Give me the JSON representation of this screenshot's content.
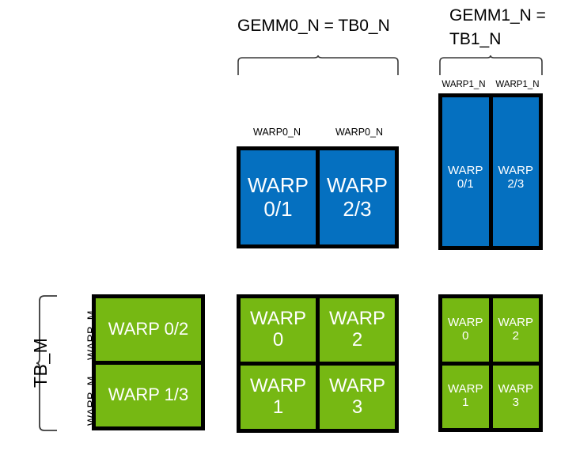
{
  "diagram": {
    "title_gemm0": "GEMM0_N = TB0_N",
    "title_gemm1": "GEMM1_N =\nTB1_N",
    "row_dim_label": "TB_M",
    "warp_m_label_top": "WARP_M",
    "warp_m_label_bottom": "WARP_M",
    "blue_center": {
      "brace_name": "gemm0-brace",
      "col_labels": [
        "WARP0_N",
        "WARP0_N"
      ],
      "cells": [
        "WARP\n0/1",
        "WARP\n2/3"
      ]
    },
    "blue_right": {
      "brace_name": "gemm1-brace",
      "col_labels": [
        "WARP1_N",
        "WARP1_N"
      ],
      "cells": [
        "WARP\n0/1",
        "WARP\n2/3"
      ]
    },
    "green_left": {
      "rows": [
        "WARP 0/2",
        "WARP 1/3"
      ]
    },
    "green_center": {
      "grid": [
        [
          "WARP\n0",
          "WARP\n2"
        ],
        [
          "WARP\n1",
          "WARP\n3"
        ]
      ]
    },
    "green_right": {
      "grid": [
        [
          "WARP\n0",
          "WARP\n2"
        ],
        [
          "WARP\n1",
          "WARP\n3"
        ]
      ]
    },
    "colors": {
      "blue": "#0570c0",
      "green": "#76b813",
      "outline": "#000000",
      "text_on_fill": "#ffffff",
      "label_text": "#000000",
      "background": "#ffffff"
    }
  }
}
